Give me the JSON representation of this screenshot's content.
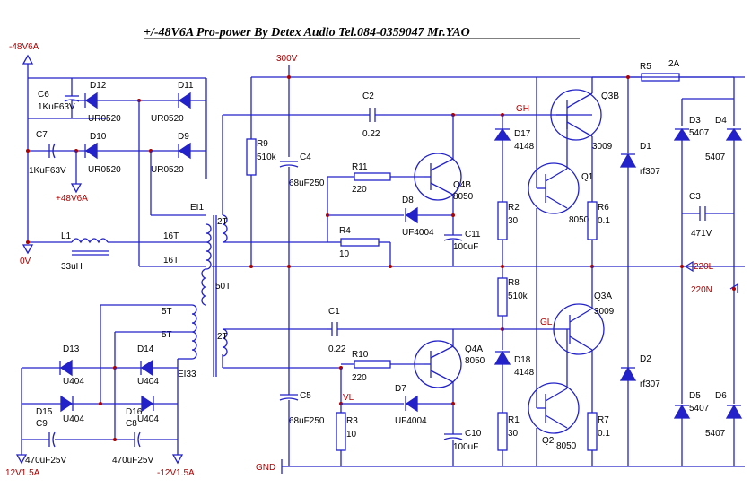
{
  "title": "+/-48V6A  Pro-power  By Detex Audio  Tel.084-0359047  Mr.YAO",
  "rails": {
    "neg48": "-48V6A",
    "pos48": "+48V6A",
    "zero": "0V",
    "v300": "300V",
    "gnd": "GND",
    "pos12": "12V1.5A",
    "neg12": "-12V1.5A",
    "ac220": "220L",
    "ac220n": "220N"
  },
  "nodes": {
    "gh": "GH",
    "gl": "GL",
    "vl": "VL"
  },
  "transformer": {
    "name": "EI1",
    "w16a": "16T",
    "w16b": "16T",
    "w2a": "2T",
    "w50": "50T",
    "w2b": "2T",
    "w5a": "5T",
    "w5b": "5T",
    "core2": "EI33"
  },
  "parts": {
    "c6": "C6",
    "c6v": "1KuF63V",
    "c7": "C7",
    "c7v": "1KuF63V",
    "d12": "D12",
    "d12v": "UR0520",
    "d11": "D11",
    "d11v": "UR0520",
    "d10": "D10",
    "d10v": "UR0520",
    "d9": "D9",
    "d9v": "UR0520",
    "l1": "L1",
    "l1v": "33uH",
    "c2": "C2",
    "c2v": "0.22",
    "r9": "R9",
    "r9v": "510k",
    "c4": "C4",
    "c4v": "68uF250",
    "r11": "R11",
    "r11v": "220",
    "d8": "D8",
    "d8v": "UF4004",
    "q4b": "Q4B",
    "q4bv": "8050",
    "c11": "C11",
    "c11v": "100uF",
    "r4": "R4",
    "r4v": "10",
    "d17": "D17",
    "d17v": "4148",
    "r2": "R2",
    "r2v": "30",
    "r8": "R8",
    "r8v": "510k",
    "q3b": "Q3B",
    "q3bv": "3009",
    "q1": "Q1",
    "q1v": "8050",
    "r6": "R6",
    "r6v": "0.1",
    "r5": "R5",
    "r5v": "2A",
    "d1": "D1",
    "d1v": "rf307",
    "d3": "D3",
    "d3v": "5407",
    "d4": "D4",
    "d4v": "5407",
    "c3": "C3",
    "c3v": "471V",
    "c1": "C1",
    "c1v": "0.22",
    "r10": "R10",
    "r10v": "220",
    "q4a": "Q4A",
    "q4av": "8050",
    "d7": "D7",
    "d7v": "UF4004",
    "c5": "C5",
    "c5v": "68uF250",
    "r3": "R3",
    "r3v": "10",
    "c10": "C10",
    "c10v": "100uF",
    "d18": "D18",
    "d18v": "4148",
    "r1": "R1",
    "r1v": "30",
    "q3a": "Q3A",
    "q3av": "3009",
    "q2": "Q2",
    "q2v": "8050",
    "r7": "R7",
    "r7v": "0.1",
    "d2": "D2",
    "d2v": "rf307",
    "d5": "D5",
    "d5v": "5407",
    "d6": "D6",
    "d6v": "5407",
    "d13": "D13",
    "d13v": "U404",
    "d14": "D14",
    "d14v": "U404",
    "d15": "D15",
    "d15v": "U404",
    "d16": "D16",
    "d16v": "U404",
    "c9": "C9",
    "c9v": "470uF25V",
    "c8": "C8",
    "c8v": "470uF25V"
  },
  "colors": {
    "wire": "#2222c8",
    "label": "#000000",
    "node": "#b00000"
  }
}
